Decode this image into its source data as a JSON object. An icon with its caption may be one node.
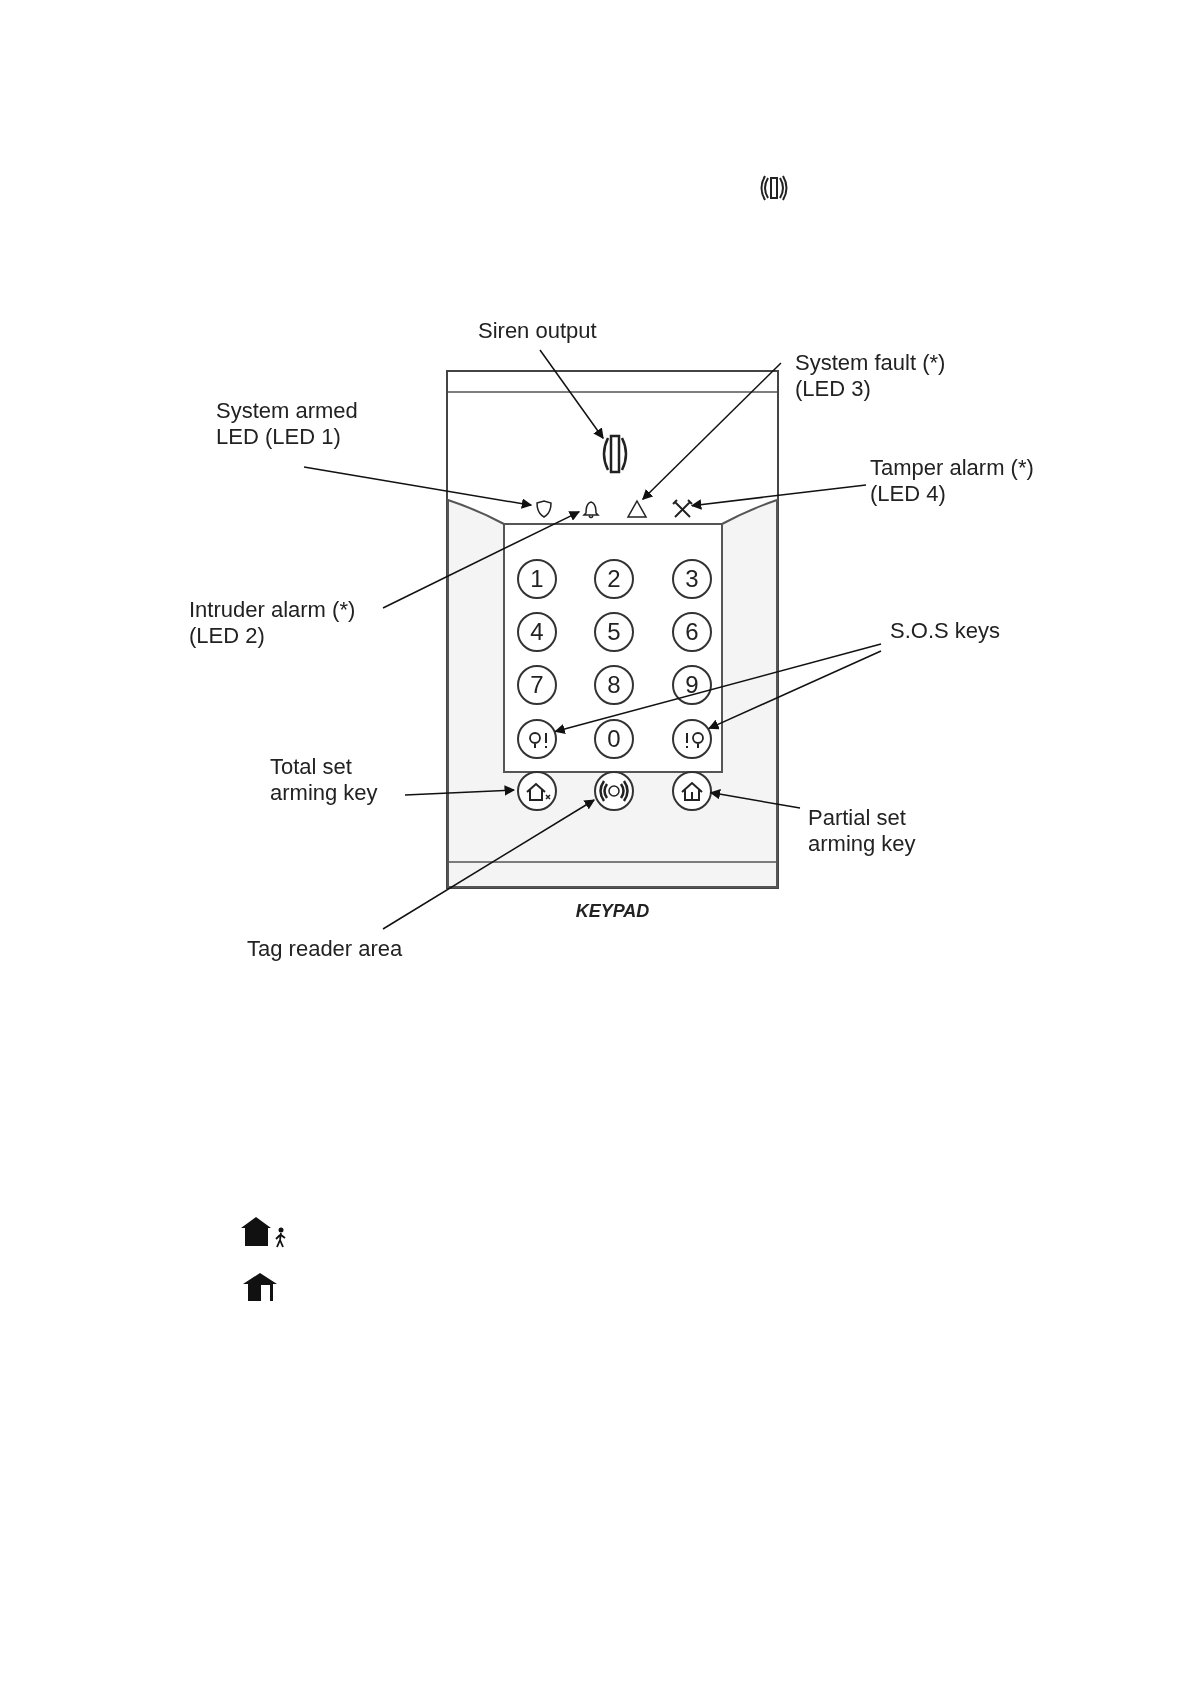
{
  "diagram": {
    "caption": "KEYPAD",
    "nodes": [
      {
        "text": [
          "Siren output"
        ]
      },
      {
        "text": [
          "System fault (*) (LED 3)"
        ]
      },
      {
        "text": [
          "System armed LED (LED 1)"
        ]
      },
      {
        "text": [
          "Tamper alarm (*) (LED 4)"
        ]
      },
      {
        "text": [
          "Intruder alarm (*) (LED 2)"
        ]
      },
      {
        "text": [
          "S.O.S keys"
        ]
      },
      {
        "text": [
          "Total set arming key"
        ]
      },
      {
        "text": [
          "Partial set arming key"
        ]
      },
      {
        "text": [
          "Tag reader area"
        ]
      },
      {
        "text": [],
        "shape": "box"
      },
      {
        "text": [],
        "shape": "symbol",
        "in": 9
      },
      {
        "text": [],
        "shape": "symbol",
        "in": 9
      },
      {
        "text": [],
        "shape": "symbol",
        "in": 9
      },
      {
        "text": [],
        "shape": "symbol",
        "in": 9
      },
      {
        "text": [],
        "shape": "symbol",
        "in": 9
      },
      {
        "text": [
          "1"
        ],
        "in": 9
      },
      {
        "text": [
          "2"
        ],
        "in": 9
      },
      {
        "text": [
          "3"
        ],
        "in": 9
      },
      {
        "text": [
          "4"
        ],
        "in": 9
      },
      {
        "text": [
          "5"
        ],
        "in": 9
      },
      {
        "text": [
          "6"
        ],
        "in": 9
      },
      {
        "text": [
          "7"
        ],
        "in": 9
      },
      {
        "text": [
          "8"
        ],
        "in": 9
      },
      {
        "text": [
          "9"
        ],
        "in": 9
      },
      {
        "text": [],
        "shape": "circle",
        "in": 9
      },
      {
        "text": [
          "0"
        ],
        "in": 9
      },
      {
        "text": [],
        "shape": "circle",
        "in": 9
      },
      {
        "text": [],
        "shape": "circle",
        "in": 9
      },
      {
        "text": [],
        "shape": "circle",
        "in": 9
      },
      {
        "text": [],
        "shape": "circle",
        "in": 9
      }
    ],
    "edges": [
      {
        "from": 0,
        "to": 10,
        "arrow": "to"
      },
      {
        "from": 1,
        "to": 13,
        "arrow": "to"
      },
      {
        "from": 2,
        "to": 11,
        "arrow": "to"
      },
      {
        "from": 3,
        "to": 14,
        "arrow": "to"
      },
      {
        "from": 4,
        "to": 12,
        "arrow": "to"
      },
      {
        "from": 5,
        "to": 24,
        "arrow": "to"
      },
      {
        "from": 5,
        "to": 26,
        "arrow": "to"
      },
      {
        "from": 6,
        "to": 27,
        "arrow": "to"
      },
      {
        "from": 7,
        "to": 29,
        "arrow": "to"
      },
      {
        "from": 8,
        "to": 28,
        "arrow": "to"
      }
    ]
  }
}
